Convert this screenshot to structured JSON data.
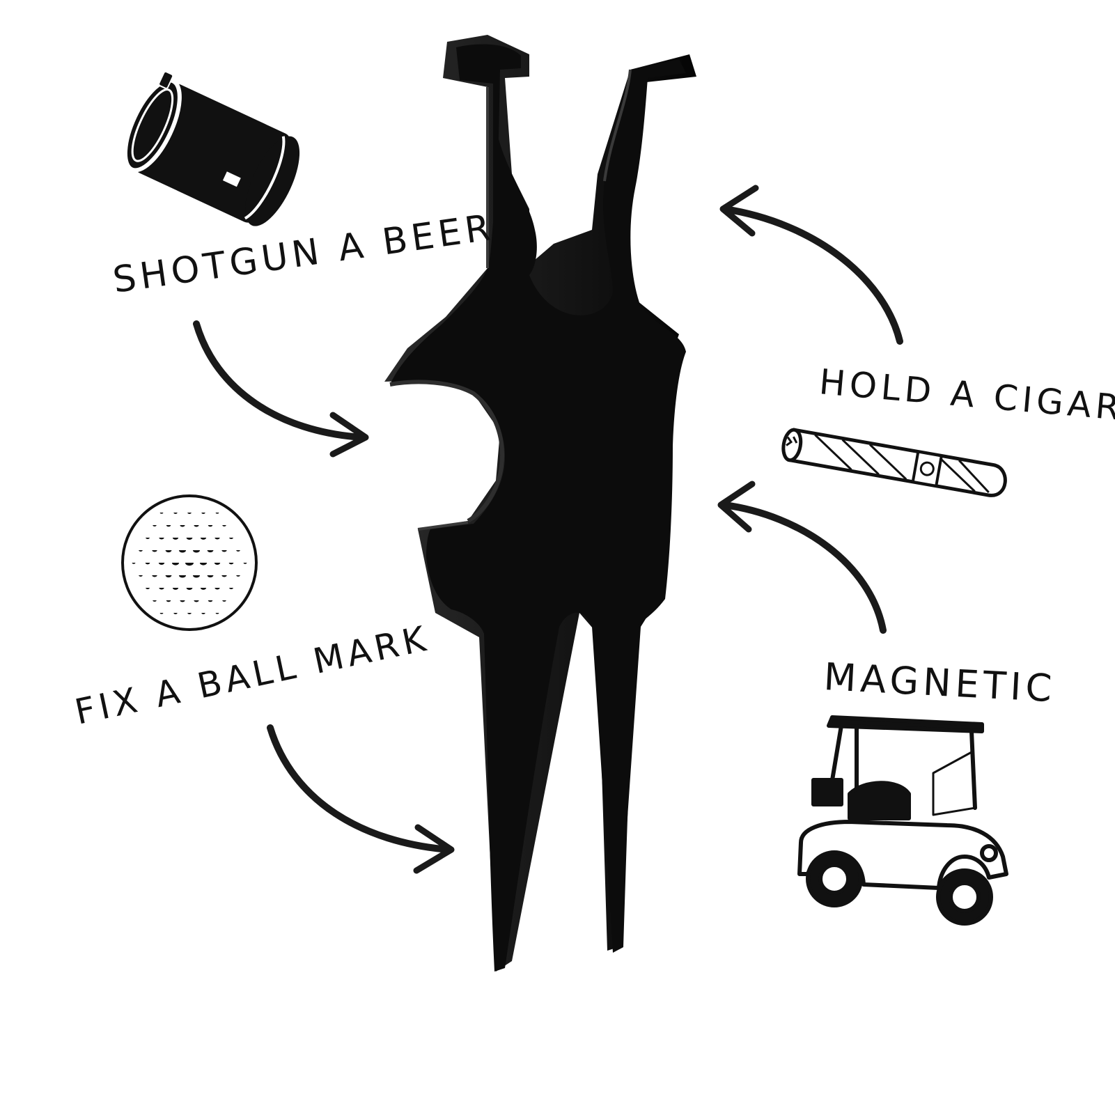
{
  "labels": {
    "shotgun": "SHOTGUN A BEER",
    "cigar": "HOLD A CIGAR",
    "ballmark": "FIX A BALL MARK",
    "magnetic": "MAGNETIC"
  },
  "icons": {
    "beer": "beer-can-icon",
    "cigar": "cigar-icon",
    "ball": "golf-ball-icon",
    "cart": "golf-cart-icon"
  },
  "colors": {
    "tool": "#0c0c0c",
    "ink": "#111111",
    "background": "#ffffff"
  }
}
